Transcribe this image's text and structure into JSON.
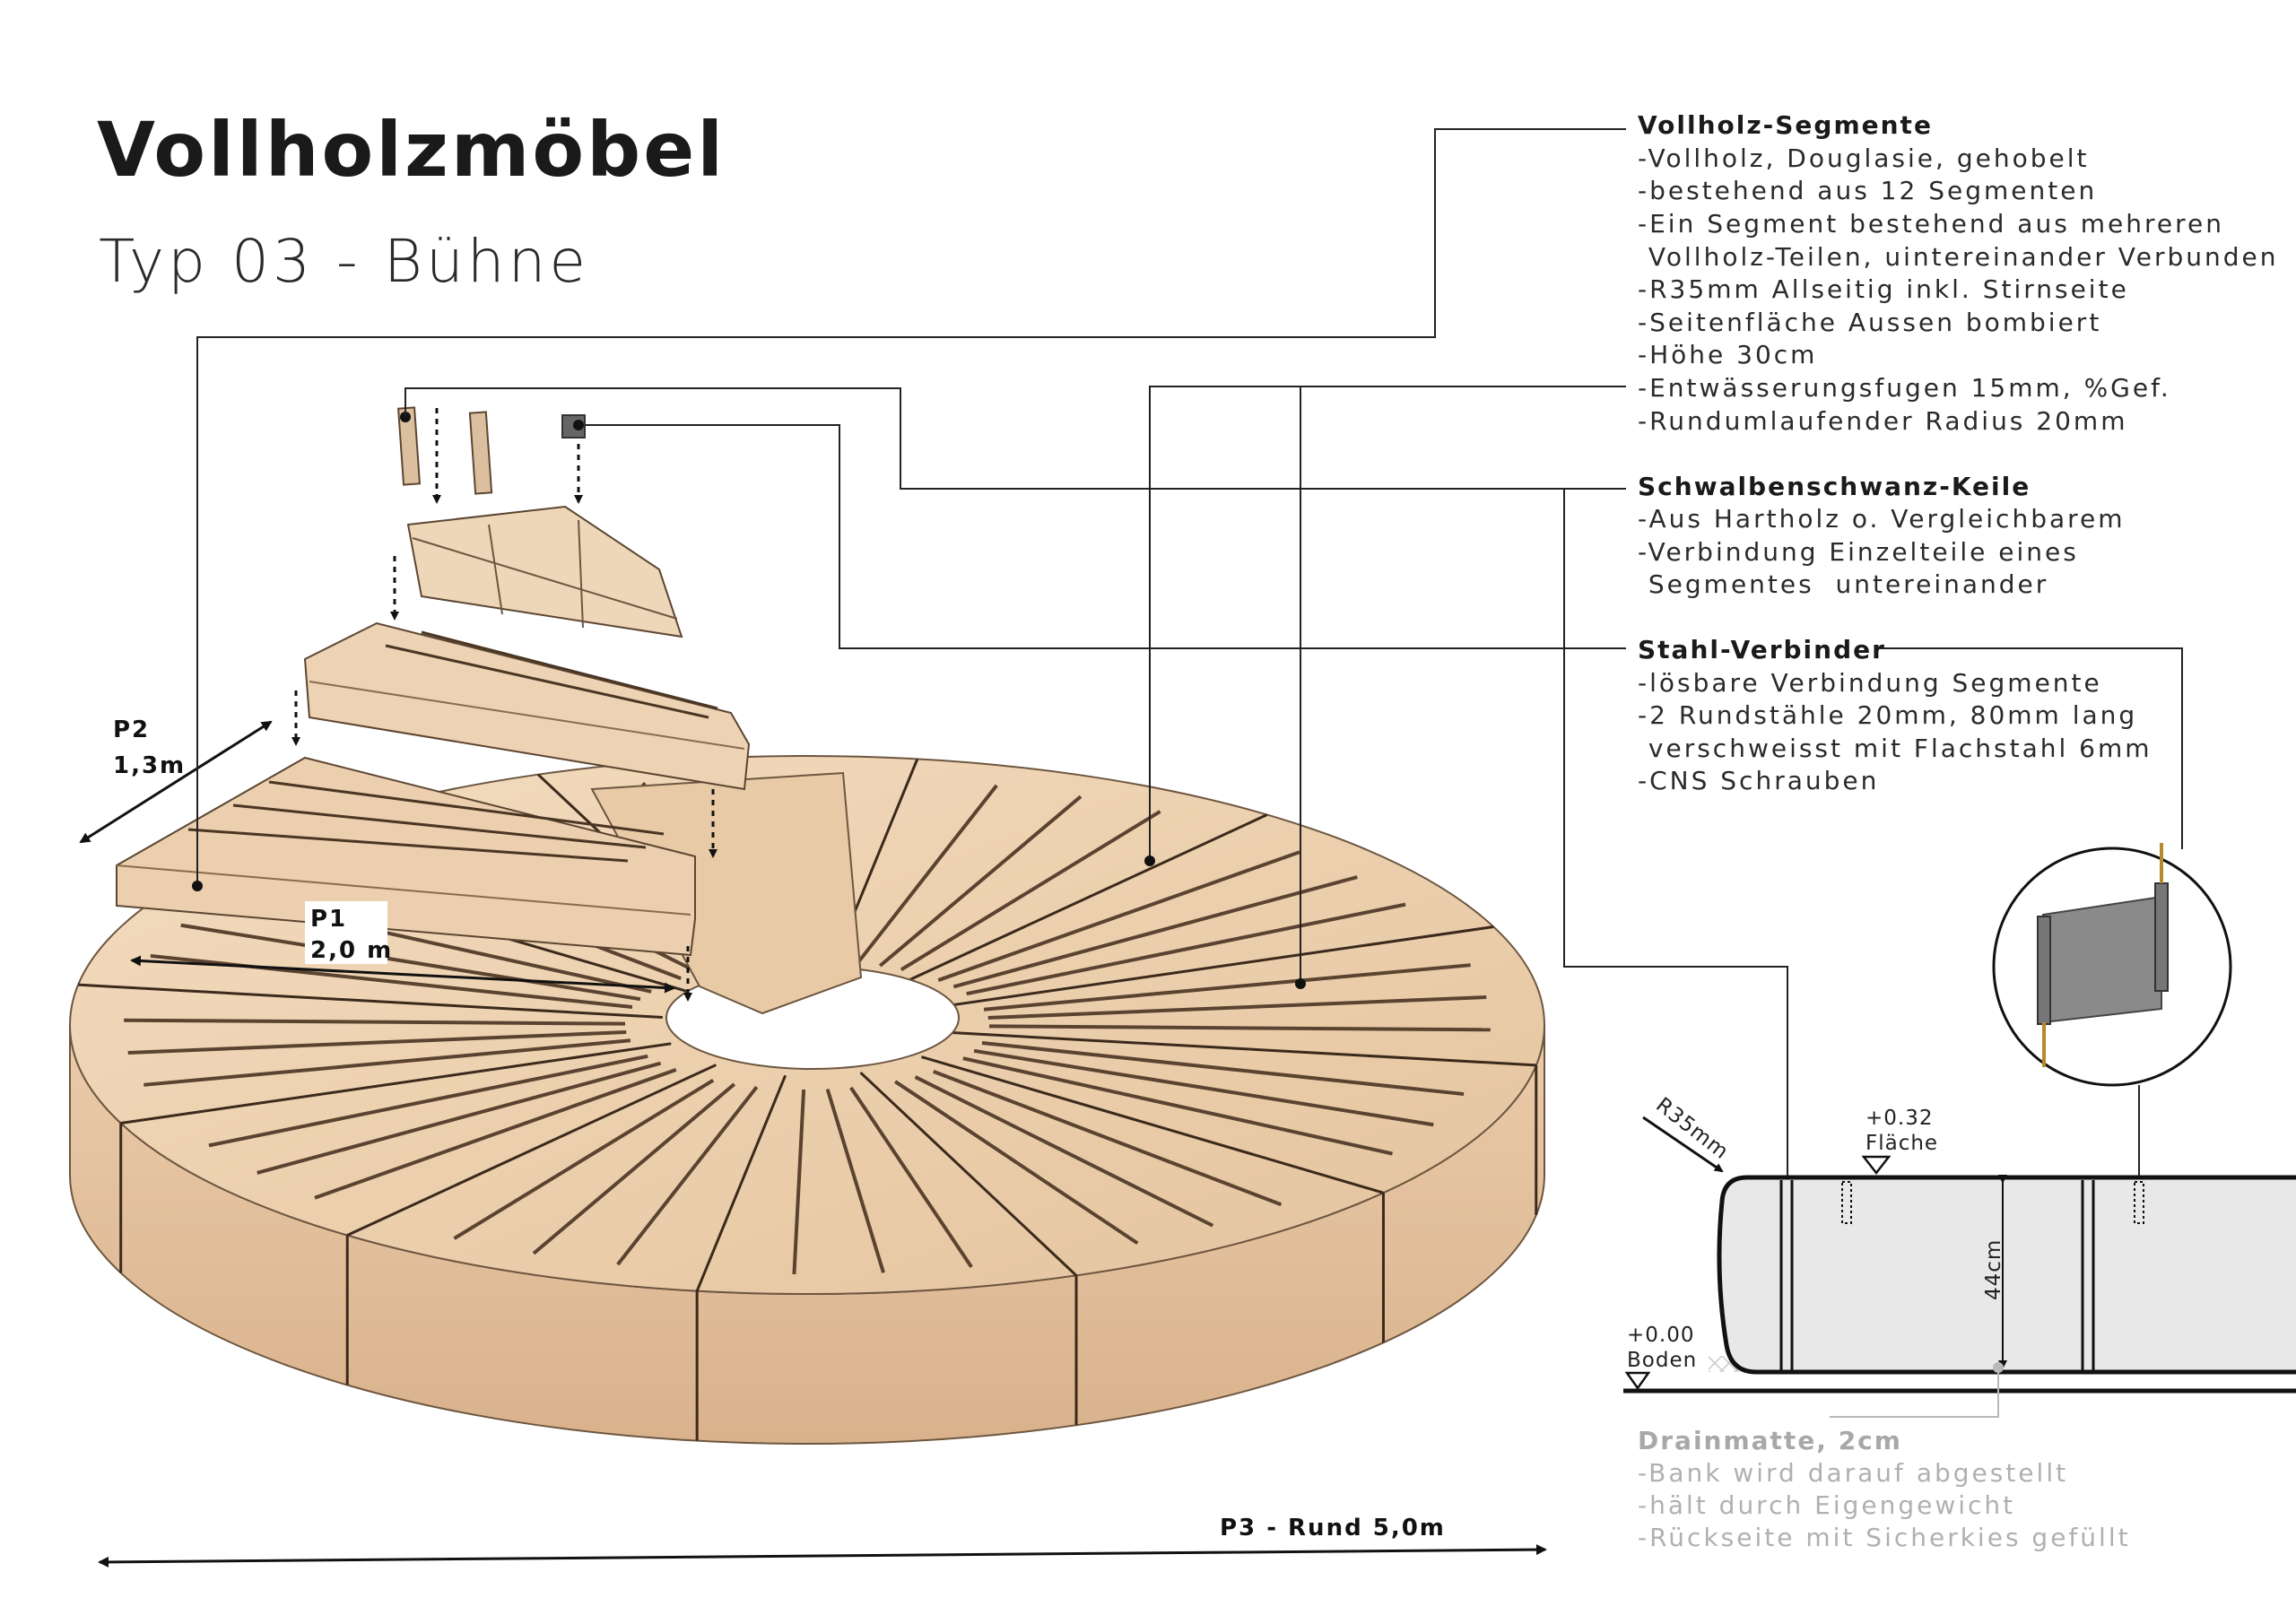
{
  "header": {
    "title": "Vollholzmöbel",
    "subtitle": "Typ 03 - Bühne"
  },
  "specs": [
    {
      "heading": "Vollholz-Segmente",
      "lines": [
        "-Vollholz, Douglasie, gehobelt",
        "-bestehend aus 12 Segmenten",
        "-Ein Segment bestehend aus mehreren",
        " Vollholz-Teilen, uintereinander Verbunden",
        "-R35mm Allseitig inkl. Stirnseite",
        "-Seitenfläche Aussen bombiert",
        "-Höhe 30cm",
        "-Entwässerungsfugen 15mm, %Gef.",
        "-Rundumlaufender Radius 20mm"
      ]
    },
    {
      "heading": "Schwalbenschwanz-Keile",
      "lines": [
        "-Aus Hartholz o. Vergleichbarem",
        "-Verbindung Einzelteile eines",
        " Segmentes  untereinander"
      ]
    },
    {
      "heading": "Stahl-Verbinder",
      "lines": [
        "-lösbare Verbindung Segmente",
        "-2 Rundstähle 20mm, 80mm lang",
        " verschweisst mit Flachstahl 6mm",
        "-CNS Schrauben"
      ]
    }
  ],
  "drain": {
    "heading": "Drainmatte, 2cm",
    "lines": [
      "-Bank wird darauf abgestellt",
      "-hält durch Eigengewicht",
      "-Rückseite mit Sicherkies gefüllt"
    ]
  },
  "dimensions": {
    "p1_name": "P1",
    "p1_value": "2,0 m",
    "p2_name": "P2",
    "p2_value": "1,3m",
    "p3": "P3  -  Rund 5,0m"
  },
  "section": {
    "radius_label": "R35mm",
    "top_level": "+0.32",
    "top_label": "Fläche",
    "ground_level": "+0.00",
    "ground_label": "Boden",
    "height": "44cm"
  },
  "colors": {
    "wood": "#ecd2b2",
    "wood_dark": "#c9a27c",
    "section_fill": "#e8e8e8",
    "grey_text": "#a8a8a8"
  }
}
